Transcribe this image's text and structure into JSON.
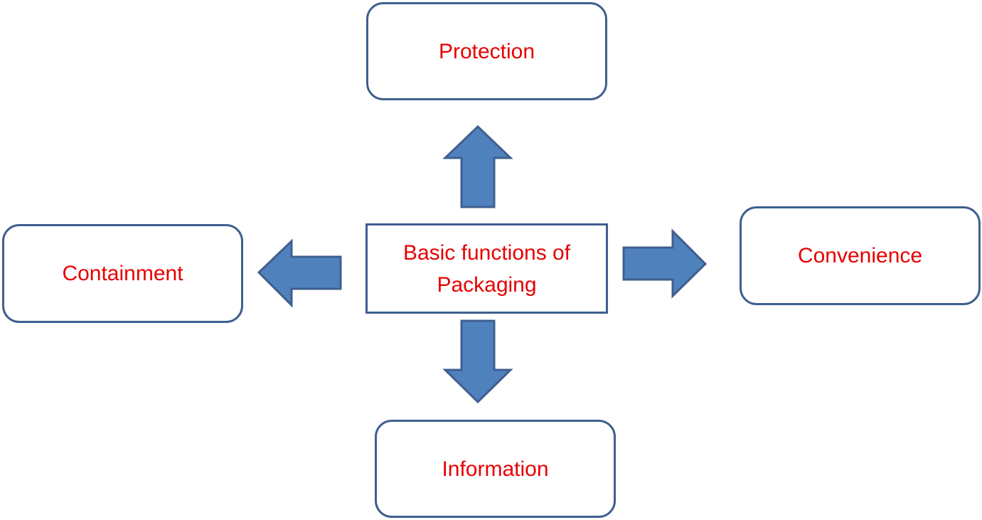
{
  "diagram": {
    "center": {
      "line1": "Basic functions of",
      "line2": "Packaging"
    },
    "nodes": {
      "top": "Protection",
      "left": "Containment",
      "right": "Convenience",
      "bottom": "Information"
    }
  },
  "colors": {
    "text": "#e60000",
    "border": "#3f5f8f",
    "arrow_fill": "#4f81bd",
    "background": "#ffffff"
  }
}
